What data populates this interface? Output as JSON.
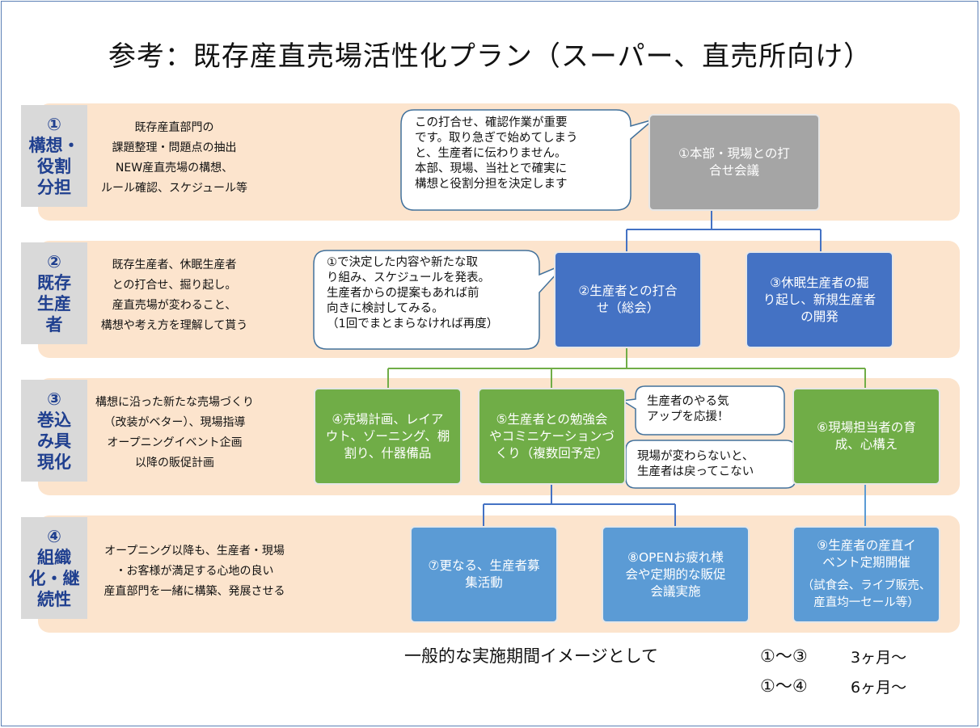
{
  "title": "参考：既存産直売場活性化プラン（スーパー、直売所向け）",
  "colors": {
    "band": "#fce4cd",
    "label_bg": "#d9d9d9",
    "label_text": "#1f3f8f",
    "gray_node": "#a5a5a5",
    "dark_blue_node": "#4472c4",
    "green_node": "#70ad47",
    "light_blue_node": "#5b9bd5",
    "connector_blue": "#4472c4",
    "connector_green": "#70ad47"
  },
  "stages": [
    {
      "label": "①\n構想・\n役割\n分担",
      "description": "既存産直部門の\n課題整理・問題点の抽出\nNEW産直売場の構想、\nルール確認、スケジュール等"
    },
    {
      "label": "②\n既存\n生産\n者",
      "description": "既存生産者、休眠生産者\nとの打合せ、掘り起し。\n産直売場が変わること、\n構想や考え方を理解して貰う"
    },
    {
      "label": "③\n巻込\nみ具\n現化",
      "description": "構想に沿った新たな売場づくり\n（改装がベター）、現場指導\nオープニングイベント企画\n以降の販促計画"
    },
    {
      "label": "④\n組織\n化・継\n続性",
      "description": "オープニング以降も、生産者・現場\n・お客様が満足する心地の良い\n産直部門を一緒に構築、発展させる"
    }
  ],
  "nodes": {
    "n1": "①本部・現場との打\n合せ会議",
    "n2": "②生産者との打合\nせ（総会）",
    "n3": "③休眠生産者の掘\nり起し、新規生産者\nの開発",
    "n4": "④売場計画、レイア\nウト、ゾーニング、棚\n割り、什器備品",
    "n5": "⑤生産者との勉強会\nやコミニケーションづ\nくり（複数回予定）",
    "n6": "⑥現場担当者の育\n成、心構え",
    "n7": "⑦更なる、生産者募\n集活動",
    "n8": "⑧OPENお疲れ様\n会や定期的な販促\n会議実施",
    "n9_title": "⑨生産者の産直イ\nベント定期開催",
    "n9_sub": "（試食会、ライブ販売、\n産直均一セール等）"
  },
  "callouts": {
    "c1": "この打合せ、確認作業が重要\nです。取り急ぎで始めてしまう\nと、生産者に伝わりません。\n本部、現場、当社とで確実に\n構想と役割分担を決定します",
    "c2": "①で決定した内容や新たな取\nり組み、スケジュールを発表。\n生産者からの提案もあれば前\n向きに検討してみる。\n（1回でまとまらなければ再度）",
    "c3": "生産者のやる気\nアップを応援！",
    "c4": "現場が変わらないと、\n生産者は戻ってこない"
  },
  "footer": {
    "line1_label": "一般的な実施期間イメージとして",
    "line1_range": "①～③",
    "line1_period": "3ヶ月～",
    "line2_range": "①～④",
    "line2_period": "6ヶ月～"
  }
}
